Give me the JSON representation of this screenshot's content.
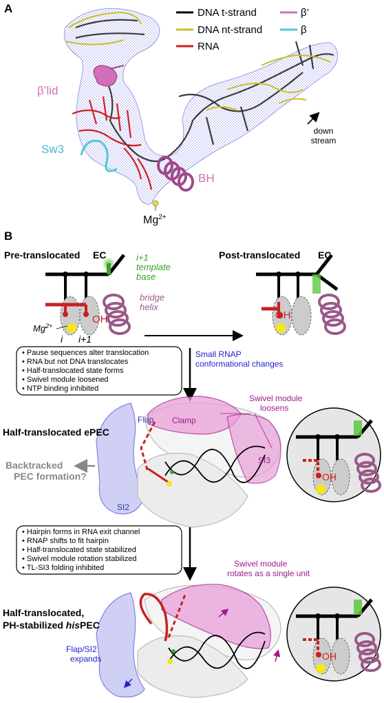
{
  "panelA": {
    "letter": "A",
    "legend": {
      "t_strand": "DNA t-strand",
      "nt_strand": "DNA nt-strand",
      "rna": "RNA",
      "beta_prime": "β’",
      "beta": "β"
    },
    "labels": {
      "beta_lid": "β’lid",
      "sw3": "Sw3",
      "bh": "BH",
      "mg": "Mg",
      "mg_sup": "2+",
      "down": "down",
      "stream": "stream"
    }
  },
  "panelB": {
    "letter": "B",
    "pre_title": "Pre-translocated",
    "post_title": "Post-translocated",
    "ec": "EC",
    "i1_a": "i+1",
    "i1_b": "template",
    "i1_c": "base",
    "bridge_a": "bridge",
    "bridge_b": "helix",
    "oh": "OH",
    "mg": "Mg",
    "mg_sup": "2+",
    "i_label": "i",
    "i1_label": "i+1",
    "box1": [
      "Pause sequences alter translocation",
      "RNA but not DNA translocates",
      "Half-translocated state forms",
      "Swivel module loosened",
      "NTP binding inhibited"
    ],
    "small_a": "Small RNAP",
    "small_b": "conformational changes",
    "swivel_loosens_a": "Swivel module",
    "swivel_loosens_b": "loosens",
    "flap": "Flap",
    "clamp": "Clamp",
    "si3": "SI3",
    "si2": "SI2",
    "half_epec": "Half-translocated ePEC",
    "backtracked_a": "Backtracked",
    "backtracked_b": "PEC formation?",
    "box2": [
      "Hairpin forms in RNA exit channel",
      "RNAP shifts to fit hairpin",
      "Half-translocated state stabilized",
      "Swivel module rotation stabilized",
      "TL-SI3 folding inhibited"
    ],
    "rotates_a": "Swivel module",
    "rotates_b": "rotates as a single unit",
    "his_a": "Half-translocated,",
    "his_b": "PH-stabilized ",
    "his_c": "his",
    "his_d": "PEC",
    "flapsi2_a": "Flap/SI2",
    "flapsi2_b": "expands"
  },
  "colors": {
    "dna_t": "#000000",
    "dna_nt": "#c8c020",
    "rna": "#cc1f1f",
    "beta_prime": "#d070b8",
    "beta": "#50c8d8",
    "density": "#8080e0",
    "green": "#3aa02a",
    "purple": "#a0188a",
    "flap": "#8888ee",
    "blue_text": "#2222cc",
    "magenta_text": "#a0188a"
  }
}
